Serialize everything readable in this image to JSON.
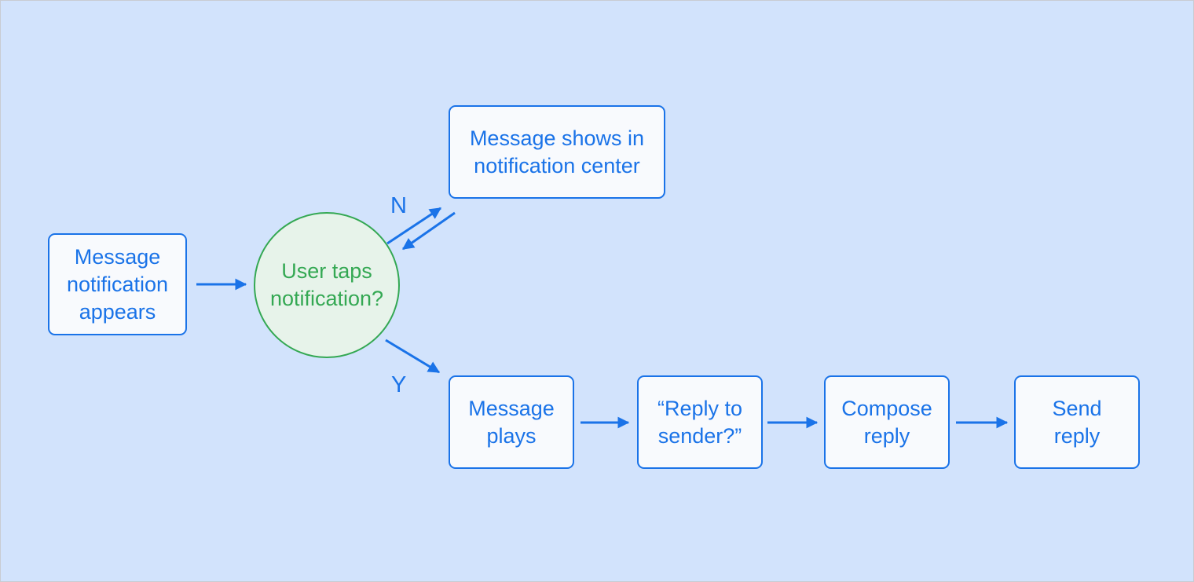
{
  "page": {
    "background_color": "#D2E3FC",
    "frame_border_color": "#C9CCD2"
  },
  "colors": {
    "process_node_border": "#1A73E8",
    "process_node_fill": "#F8FAFD",
    "process_node_text": "#1A73E8",
    "decision_node_border": "#34A853",
    "decision_node_fill": "#E7F3EA",
    "decision_node_text": "#34A853",
    "arrow": "#1A73E8",
    "edge_label_text": "#1A73E8"
  },
  "flowchart": {
    "nodes": {
      "start": {
        "lines": [
          "Message",
          "notification",
          "appears"
        ]
      },
      "decision": {
        "lines": [
          "User taps",
          "notification?"
        ]
      },
      "notification_center": {
        "lines": [
          "Message shows in",
          "notification center"
        ]
      },
      "message_plays": {
        "lines": [
          "Message",
          "plays"
        ]
      },
      "reply_prompt": {
        "lines": [
          "“Reply to",
          "sender?”"
        ]
      },
      "compose_reply": {
        "lines": [
          "Compose",
          "reply"
        ]
      },
      "send_reply": {
        "lines": [
          "Send",
          "reply"
        ]
      }
    },
    "edge_labels": {
      "no": "N",
      "yes": "Y"
    }
  }
}
